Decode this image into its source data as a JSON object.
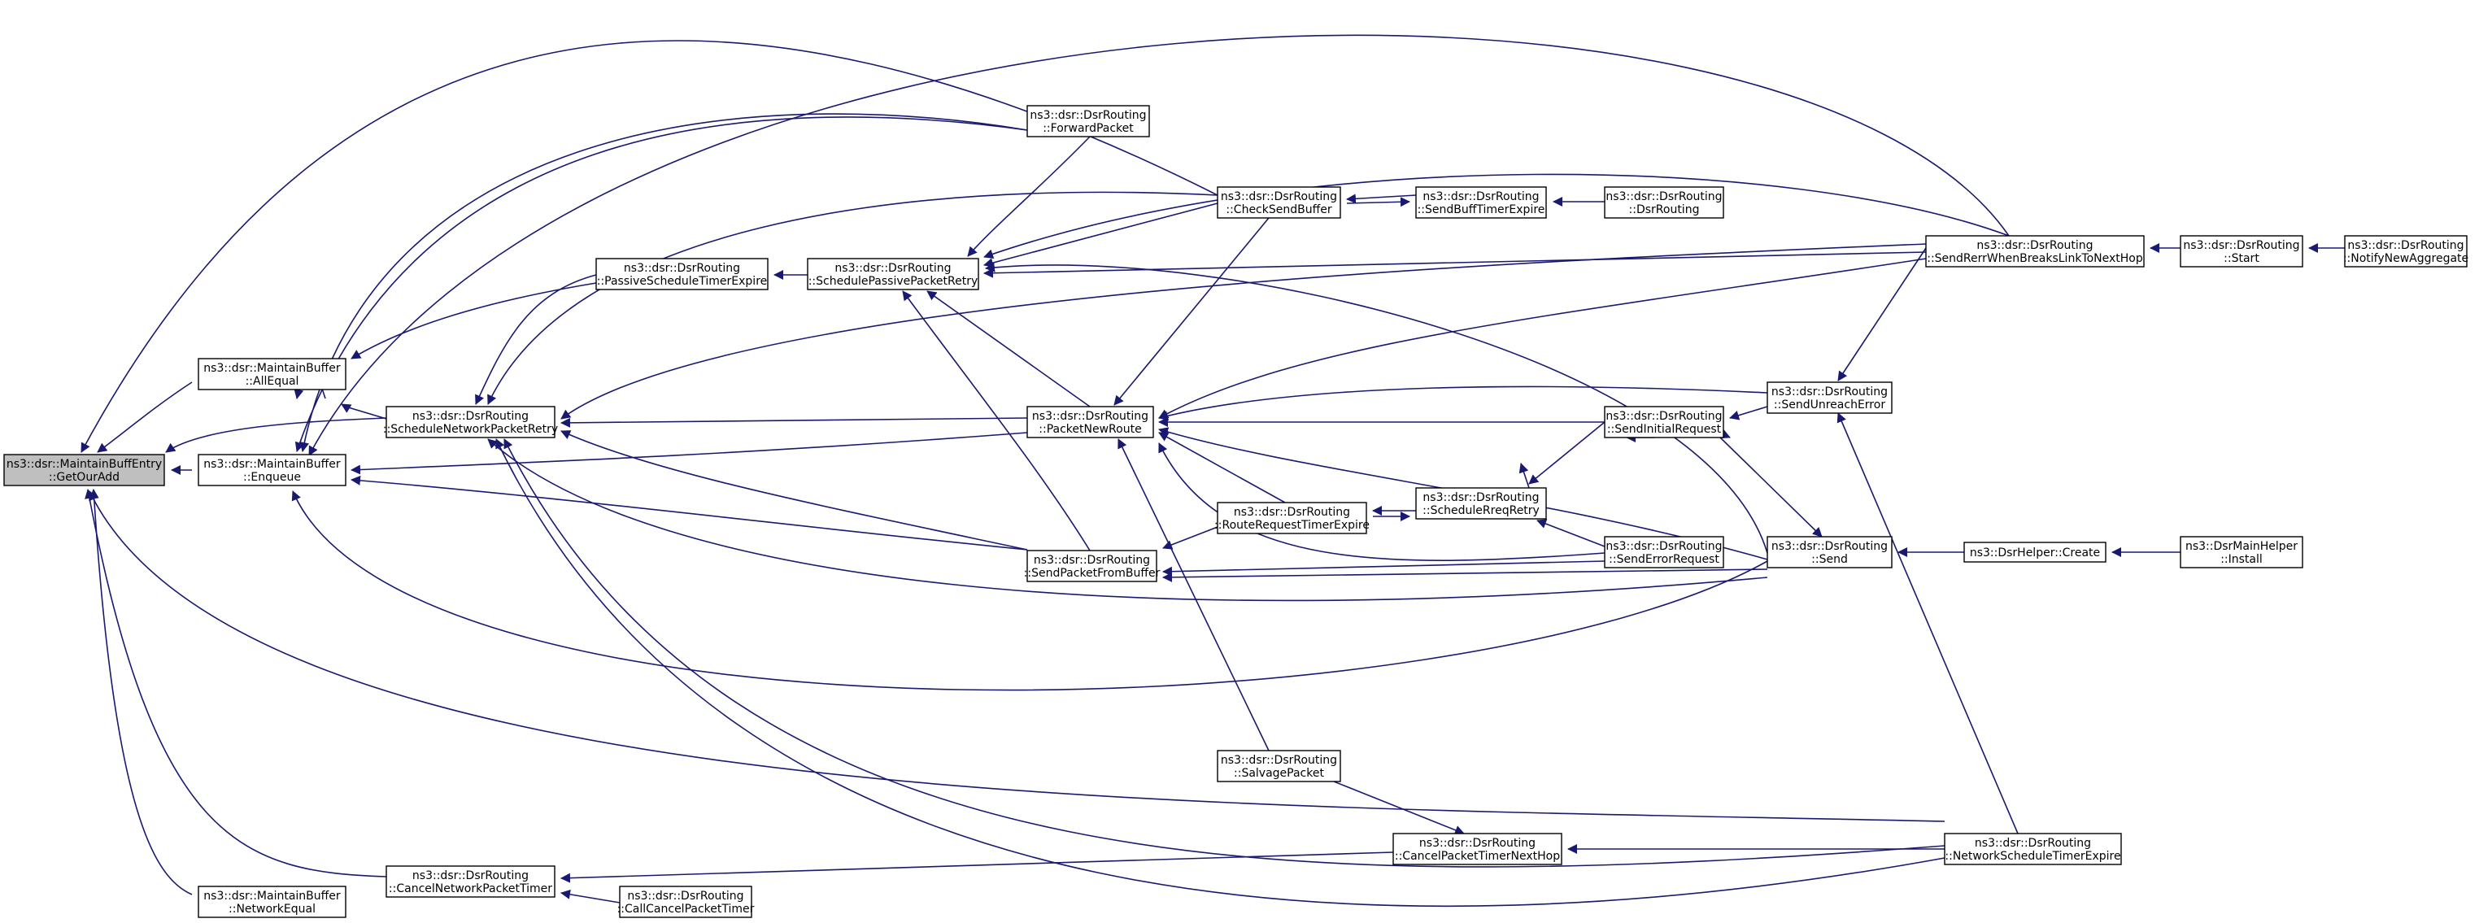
{
  "graph": {
    "nodes": [
      {
        "id": "root",
        "lines": [
          "ns3::dsr::MaintainBuffEntry",
          "::GetOurAdd"
        ],
        "highlight": true
      },
      {
        "id": "allequal",
        "lines": [
          "ns3::dsr::MaintainBuffer",
          "::AllEqual"
        ]
      },
      {
        "id": "enqueue",
        "lines": [
          "ns3::dsr::MaintainBuffer",
          "::Enqueue"
        ]
      },
      {
        "id": "networkequal",
        "lines": [
          "ns3::dsr::MaintainBuffer",
          "::NetworkEqual"
        ]
      },
      {
        "id": "schednetretry",
        "lines": [
          "ns3::dsr::DsrRouting",
          "::ScheduleNetworkPacketRetry"
        ]
      },
      {
        "id": "cancelnettimer",
        "lines": [
          "ns3::dsr::DsrRouting",
          "::CancelNetworkPacketTimer"
        ]
      },
      {
        "id": "callcancel",
        "lines": [
          "ns3::dsr::DsrRouting",
          "::CallCancelPacketTimer"
        ]
      },
      {
        "id": "passivetimer",
        "lines": [
          "ns3::dsr::DsrRouting",
          "::PassiveScheduleTimerExpire"
        ]
      },
      {
        "id": "schedpassive",
        "lines": [
          "ns3::dsr::DsrRouting",
          "::SchedulePassivePacketRetry"
        ]
      },
      {
        "id": "forwardpacket",
        "lines": [
          "ns3::dsr::DsrRouting",
          "::ForwardPacket"
        ]
      },
      {
        "id": "packetnewroute",
        "lines": [
          "ns3::dsr::DsrRouting",
          "::PacketNewRoute"
        ]
      },
      {
        "id": "sendfrombuffer",
        "lines": [
          "ns3::dsr::DsrRouting",
          "::SendPacketFromBuffer"
        ]
      },
      {
        "id": "checksendbuffer",
        "lines": [
          "ns3::dsr::DsrRouting",
          "::CheckSendBuffer"
        ]
      },
      {
        "id": "routereqtimer",
        "lines": [
          "ns3::dsr::DsrRouting",
          "::RouteRequestTimerExpire"
        ]
      },
      {
        "id": "salvage",
        "lines": [
          "ns3::dsr::DsrRouting",
          "::SalvagePacket"
        ]
      },
      {
        "id": "cancelnexthop",
        "lines": [
          "ns3::dsr::DsrRouting",
          "::CancelPacketTimerNextHop"
        ]
      },
      {
        "id": "sendbufftimer",
        "lines": [
          "ns3::dsr::DsrRouting",
          "::SendBuffTimerExpire"
        ]
      },
      {
        "id": "schedreq",
        "lines": [
          "ns3::dsr::DsrRouting",
          "::ScheduleRreqRetry"
        ]
      },
      {
        "id": "ctor",
        "lines": [
          "ns3::dsr::DsrRouting",
          "::DsrRouting"
        ]
      },
      {
        "id": "sendinitial",
        "lines": [
          "ns3::dsr::DsrRouting",
          "::SendInitialRequest"
        ]
      },
      {
        "id": "senderror",
        "lines": [
          "ns3::dsr::DsrRouting",
          "::SendErrorRequest"
        ]
      },
      {
        "id": "sendunreach",
        "lines": [
          "ns3::dsr::DsrRouting",
          "::SendUnreachError"
        ]
      },
      {
        "id": "send",
        "lines": [
          "ns3::dsr::DsrRouting",
          "::Send"
        ]
      },
      {
        "id": "senderr",
        "lines": [
          "ns3::dsr::DsrRouting",
          "::SendRerrWhenBreaksLinkToNextHop"
        ]
      },
      {
        "id": "netschedtimer",
        "lines": [
          "ns3::dsr::DsrRouting",
          "::NetworkScheduleTimerExpire"
        ]
      },
      {
        "id": "helpercreate",
        "lines": [
          "ns3::DsrHelper::Create"
        ]
      },
      {
        "id": "start",
        "lines": [
          "ns3::dsr::DsrRouting",
          "::Start"
        ]
      },
      {
        "id": "install",
        "lines": [
          "ns3::DsrMainHelper",
          "::Install"
        ]
      },
      {
        "id": "notify",
        "lines": [
          "ns3::dsr::DsrRouting",
          "::NotifyNewAggregate"
        ]
      }
    ]
  }
}
